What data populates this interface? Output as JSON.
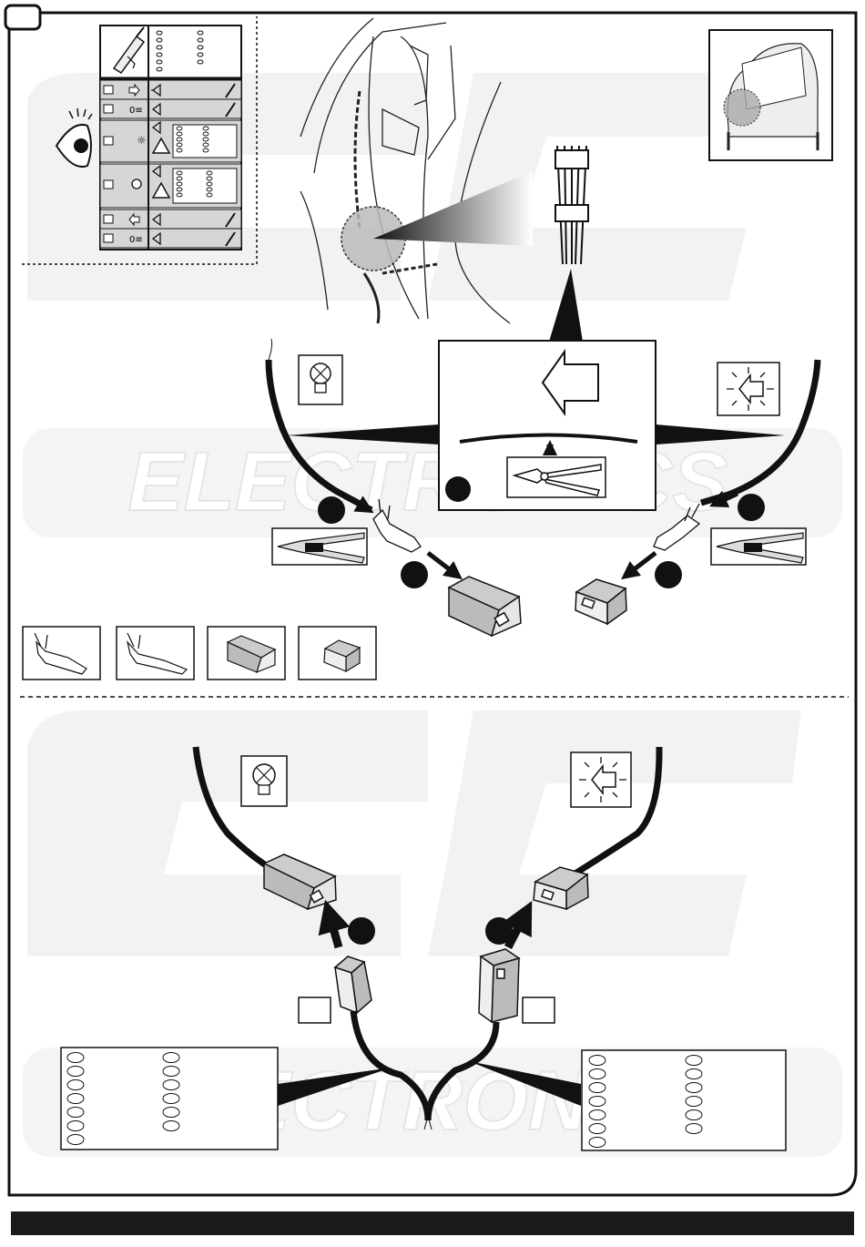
{
  "page": {
    "step_number": "",
    "watermark_brand": "ECS",
    "watermark_word": "ELECTRONICS"
  },
  "colors": {
    "outline": "#111111",
    "watermark": "#f1f1f1",
    "table_shade": "#d6d6d6",
    "footer_bar": "#1a1a1a"
  },
  "legend_table": {
    "rows": [
      {
        "icon": "turn-right-arrow-icon",
        "tool": "probe-icon"
      },
      {
        "icon": "rear-fog-icon",
        "tool": "probe-icon"
      },
      {
        "icon": "stop-light-icon",
        "tool": "probe-icon",
        "warning": "warning-triangle-icon"
      },
      {
        "icon": "tail-light-circle-icon",
        "tool": "probe-icon",
        "warning": "warning-triangle-icon"
      },
      {
        "icon": "turn-left-arrow-icon",
        "tool": "probe-icon"
      },
      {
        "icon": "reverse-light-icon",
        "tool": "probe-icon"
      }
    ]
  },
  "top_section": {
    "left_cable_label": "bulb-icon",
    "right_cable_label": "indicator-arrow-icon",
    "center_tool": "side-cutter-icon",
    "crimp_tool": "crimping-pliers-icon"
  },
  "parts_legend": [
    "female-terminal",
    "male-terminal",
    "female-housing",
    "male-housing"
  ],
  "bottom_section": {
    "left_label": "bulb-icon",
    "right_label": "indicator-arrow-icon"
  }
}
